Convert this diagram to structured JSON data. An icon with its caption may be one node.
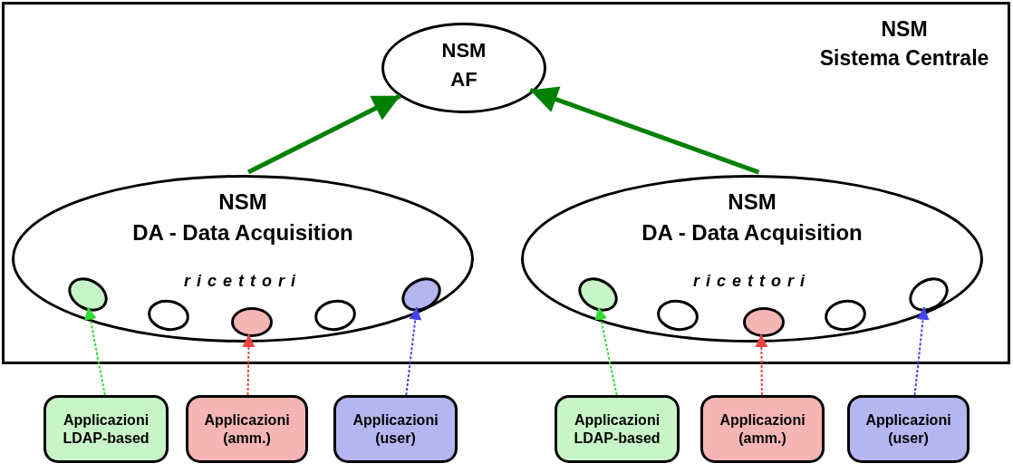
{
  "diagram": {
    "nodes": [
      {
        "text": [
          "NSM",
          "Sistema Centrale"
        ]
      },
      {
        "text": [
          "NSM",
          "AF"
        ],
        "in": 0
      },
      {
        "text": [
          "NSM",
          "DA - Data Acquisition",
          "ricettori"
        ],
        "in": 0
      },
      {
        "text": [],
        "shape": "ellipse",
        "in": 2
      },
      {
        "text": [],
        "shape": "ellipse",
        "in": 2
      },
      {
        "text": [],
        "shape": "ellipse",
        "in": 2
      },
      {
        "text": [],
        "shape": "ellipse",
        "in": 2
      },
      {
        "text": [],
        "shape": "ellipse",
        "in": 2
      },
      {
        "text": [
          "NSM",
          "DA - Data Acquisition",
          "ricettori"
        ],
        "in": 0
      },
      {
        "text": [],
        "shape": "ellipse",
        "in": 8
      },
      {
        "text": [],
        "shape": "ellipse",
        "in": 8
      },
      {
        "text": [],
        "shape": "ellipse",
        "in": 8
      },
      {
        "text": [],
        "shape": "ellipse",
        "in": 8
      },
      {
        "text": [],
        "shape": "ellipse",
        "in": 8
      },
      {
        "text": [
          "Applicazioni LDAP-based"
        ]
      },
      {
        "text": [
          "Applicazioni (amm.)"
        ]
      },
      {
        "text": [
          "Applicazioni (user)"
        ]
      },
      {
        "text": [
          "Applicazioni LDAP-based"
        ]
      },
      {
        "text": [
          "Applicazioni (amm.)"
        ]
      },
      {
        "text": [
          "Applicazioni (user)"
        ]
      }
    ],
    "edges": [
      {
        "from": 2,
        "to": 1,
        "arrow": "to",
        "style": "thick",
        "color": "#008000"
      },
      {
        "from": 8,
        "to": 1,
        "arrow": "to",
        "style": "thick",
        "color": "#008000"
      },
      {
        "from": 14,
        "to": 3,
        "arrow": "to",
        "style": "dashed",
        "color": "#33dd33"
      },
      {
        "from": 15,
        "to": 5,
        "arrow": "to",
        "style": "dashed",
        "color": "#ee4444"
      },
      {
        "from": 16,
        "to": 7,
        "arrow": "to",
        "style": "dashed",
        "color": "#4444ee"
      },
      {
        "from": 17,
        "to": 9,
        "arrow": "to",
        "style": "dashed",
        "color": "#33dd33"
      },
      {
        "from": 18,
        "to": 11,
        "arrow": "to",
        "style": "dashed",
        "color": "#ee4444"
      },
      {
        "from": 19,
        "to": 13,
        "arrow": "to",
        "style": "dashed",
        "color": "#4444ee"
      }
    ]
  }
}
